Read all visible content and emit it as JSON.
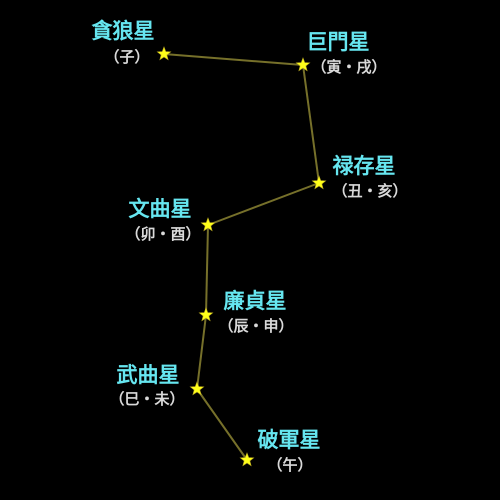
{
  "colors": {
    "background": "#000000",
    "name_text": "#66e6f0",
    "branch_text": "#d9d9d9",
    "line": "#76702a",
    "star_fill": "#ffff1a",
    "star_stroke": "#c0b020"
  },
  "icon": "star-icon",
  "stars": [
    {
      "name": "貪狼星",
      "branches": "（子）"
    },
    {
      "name": "巨門星",
      "branches": "（寅・戌）"
    },
    {
      "name": "禄存星",
      "branches": "（丑・亥）"
    },
    {
      "name": "文曲星",
      "branches": "（卯・酉）"
    },
    {
      "name": "廉貞星",
      "branches": "（辰・申）"
    },
    {
      "name": "武曲星",
      "branches": "（巳・未）"
    },
    {
      "name": "破軍星",
      "branches": "（午）"
    }
  ]
}
